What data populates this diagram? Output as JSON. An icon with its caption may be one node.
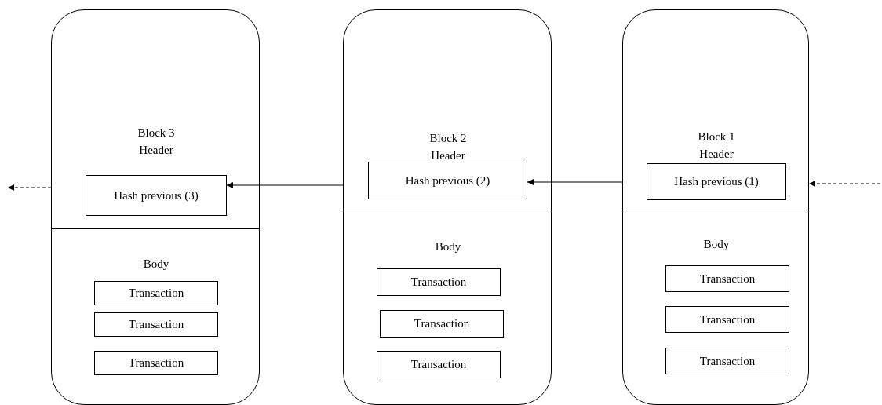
{
  "diagram": {
    "nodes": [
      {
        "text": [
          "Block 3 Header",
          "Body"
        ]
      },
      {
        "text": [
          "Hash previous (3)"
        ],
        "in": 0
      },
      {
        "text": [
          "Transaction"
        ],
        "in": 0
      },
      {
        "text": [
          "Transaction"
        ],
        "in": 0
      },
      {
        "text": [
          "Transaction"
        ],
        "in": 0
      },
      {
        "text": [
          "Block 2 Header",
          "Body"
        ]
      },
      {
        "text": [
          "Hash previous (2)"
        ],
        "in": 5
      },
      {
        "text": [
          "Transaction"
        ],
        "in": 5
      },
      {
        "text": [
          "Transaction"
        ],
        "in": 5
      },
      {
        "text": [
          "Transaction"
        ],
        "in": 5
      },
      {
        "text": [
          "Block 1 Header",
          "Body"
        ]
      },
      {
        "text": [
          "Hash previous (1)"
        ],
        "in": 10
      },
      {
        "text": [
          "Transaction"
        ],
        "in": 10
      },
      {
        "text": [
          "Transaction"
        ],
        "in": 10
      },
      {
        "text": [
          "Transaction"
        ],
        "in": 10
      }
    ],
    "edges": [
      {
        "from": 10,
        "to": 6,
        "arrow": "to"
      },
      {
        "from": 5,
        "to": 1,
        "arrow": "to"
      },
      {
        "from": 0,
        "to": null,
        "arrow": "to",
        "style": "dashed"
      },
      {
        "from": null,
        "to": 10,
        "arrow": "to",
        "style": "dashed"
      }
    ]
  }
}
